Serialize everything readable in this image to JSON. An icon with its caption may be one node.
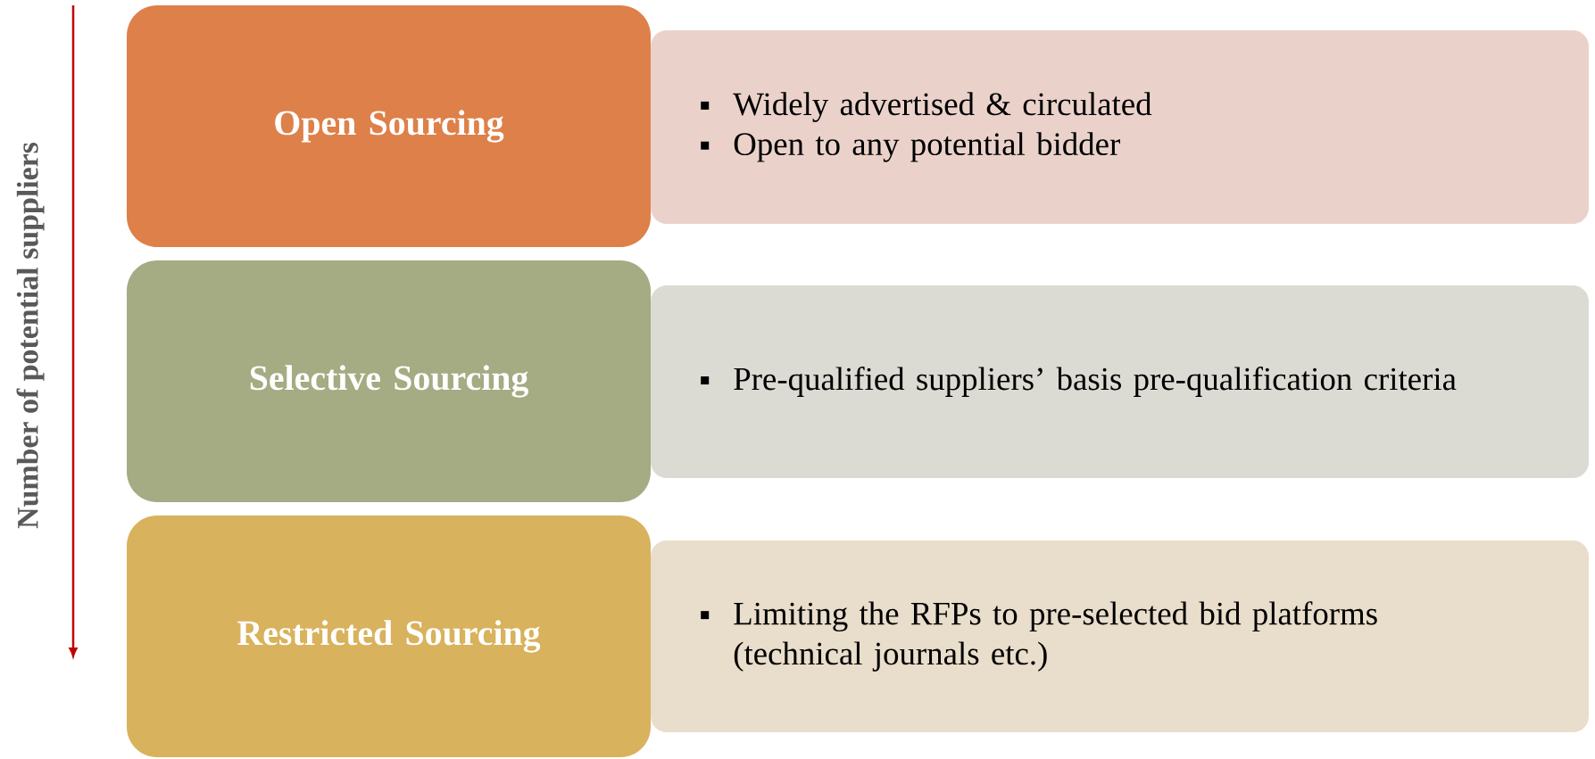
{
  "diagram": {
    "nodes": [
      {
        "text": [
          "Open Sourcing"
        ]
      },
      {
        "text": [
          "Widely advertised & circulated",
          "Open to any potential bidder"
        ]
      },
      {
        "text": [
          "Selective Sourcing"
        ]
      },
      {
        "text": [
          "Pre-qualified suppliers’ basis pre-qualification criteria"
        ]
      },
      {
        "text": [
          "Restricted Sourcing"
        ]
      },
      {
        "text": [
          "Limiting the RFPs to pre-selected bid platforms (technical journals etc.)"
        ]
      }
    ],
    "edges": [],
    "labels": [
      "Number of potential suppliers"
    ]
  }
}
